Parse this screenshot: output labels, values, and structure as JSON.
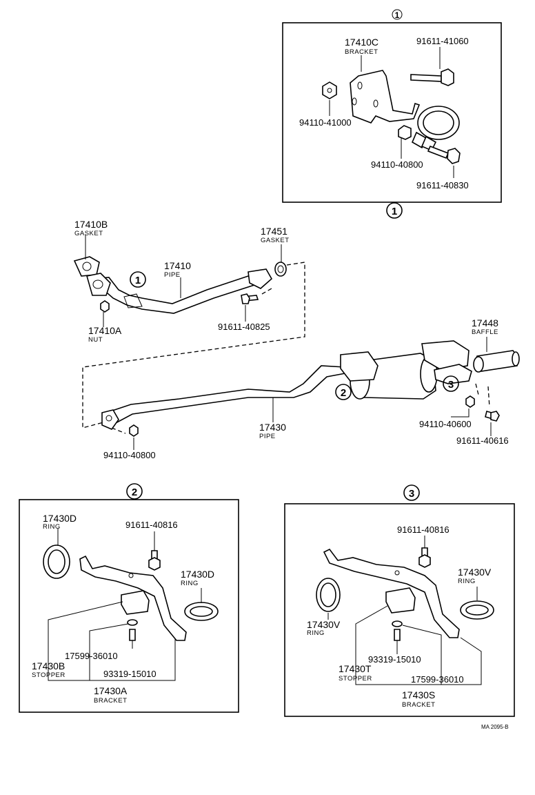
{
  "circle_labels": {
    "c1": "1",
    "c2": "2",
    "c3": "3"
  },
  "inset1": {
    "bracket": {
      "part": "17410C",
      "name": "BRACKET"
    },
    "bolt_top": "91611-41060",
    "nut_left": "94110-41000",
    "nut_mid": "94110-40800",
    "bolt_bottom": "91611-40830"
  },
  "main": {
    "gasket_front": {
      "part": "17410B",
      "name": "GASKET"
    },
    "pipe_front": {
      "part": "17410",
      "name": "PIPE"
    },
    "gasket_rear": {
      "part": "17451",
      "name": "GASKET"
    },
    "nut_front": {
      "part": "17410A",
      "name": "NUT"
    },
    "bolt_flange": "91611-40825",
    "baffle": {
      "part": "17448",
      "name": "BAFFLE"
    },
    "pipe_rear": {
      "part": "17430",
      "name": "PIPE"
    },
    "nut_flange": "94110-40800",
    "nut_tail": "94110-40600",
    "bolt_tail": "91611-40616"
  },
  "inset2": {
    "ring_left": {
      "part": "17430D",
      "name": "RING"
    },
    "bolt": "91611-40816",
    "ring_right": {
      "part": "17430D",
      "name": "RING"
    },
    "washer": "17599-36010",
    "stopper": {
      "part": "17430B",
      "name": "STOPPER"
    },
    "screw": "93319-15010",
    "bracket": {
      "part": "17430A",
      "name": "BRACKET"
    }
  },
  "inset3": {
    "bolt": "91611-40816",
    "ring_right": {
      "part": "17430V",
      "name": "RING"
    },
    "ring_left": {
      "part": "17430V",
      "name": "RING"
    },
    "screw": "93319-15010",
    "stopper": {
      "part": "17430T",
      "name": "STOPPER"
    },
    "washer": "17599-36010",
    "bracket": {
      "part": "17430S",
      "name": "BRACKET"
    }
  },
  "figure_code": "MA 2095-B"
}
